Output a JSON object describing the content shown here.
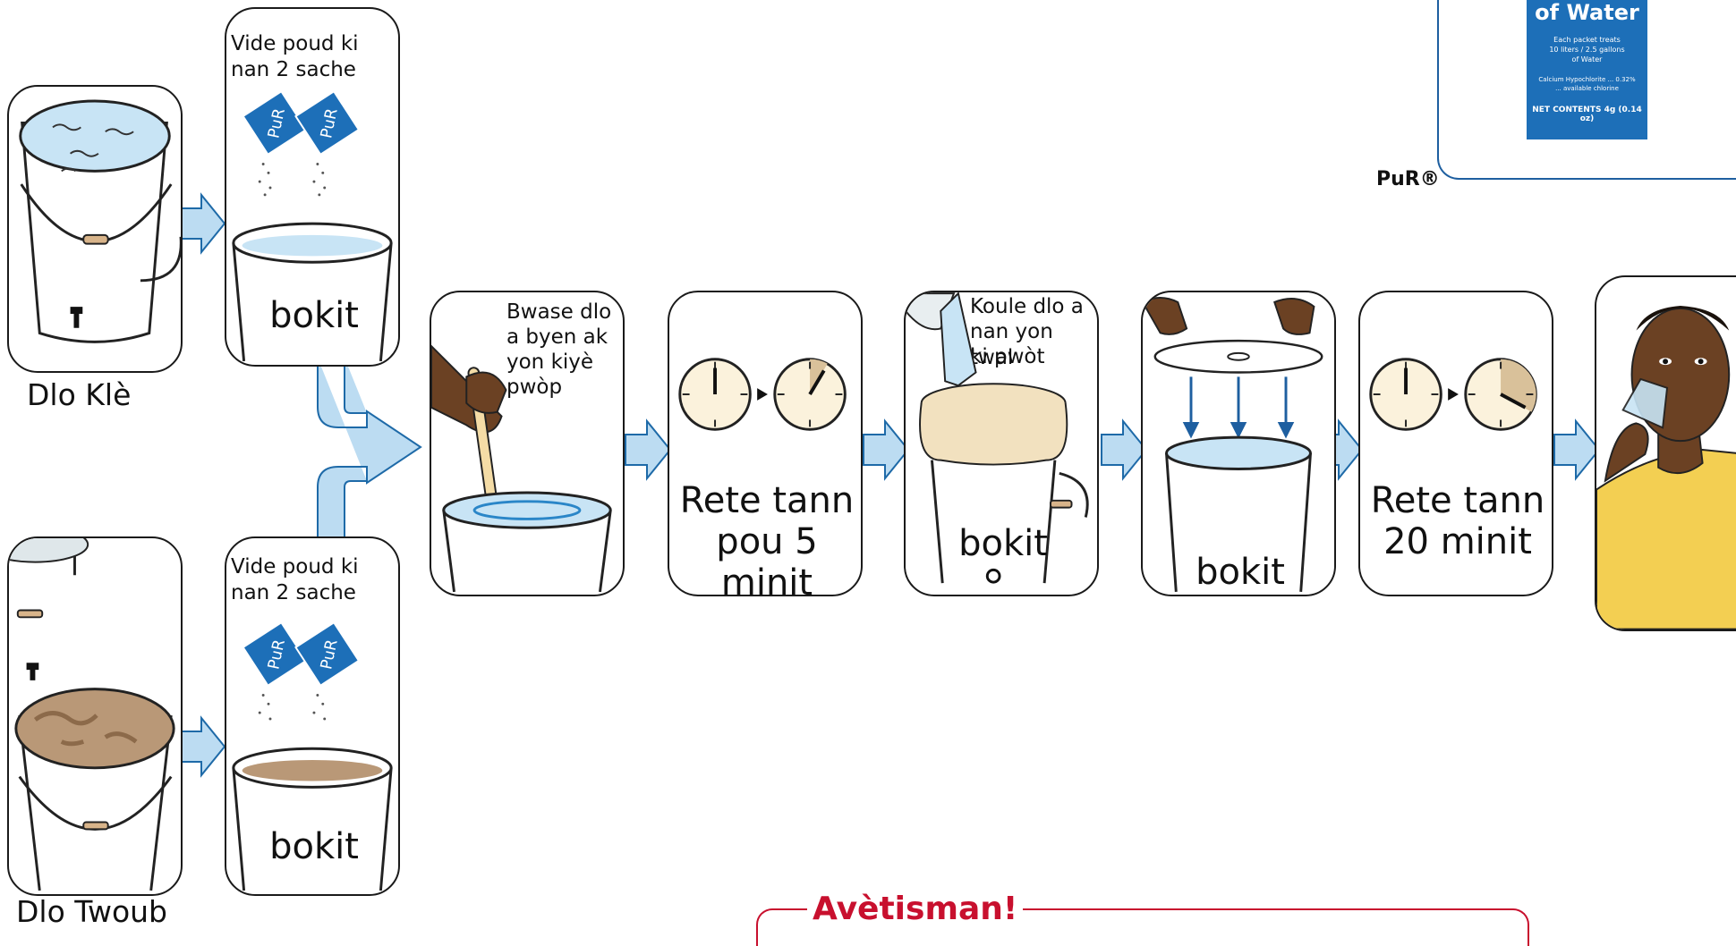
{
  "pur_box": {
    "brand_label": "PuR®",
    "packet_title": "of Water",
    "packet_line1": "Each packet treats",
    "packet_line2": "10 liters / 2.5 gallons",
    "packet_line3": "of Water",
    "packet_line4": "Calcium Hypochlorite ... 0.32%",
    "packet_line5": "... available chlorine",
    "packet_net": "NET CONTENTS 4g (0.14 oz)"
  },
  "top_row": {
    "caption": "Dlo Klè",
    "powder_text_1": "Vide poud ki",
    "powder_text_2": "nan 2 sache",
    "bucket_label": "bokit",
    "sachet_label": "PuR"
  },
  "bottom_row": {
    "caption": "Dlo Twoub",
    "powder_text_1": "Vide poud ki",
    "powder_text_2": "nan 2 sache",
    "bucket_label": "bokit",
    "sachet_label": "PuR"
  },
  "steps": {
    "stir_1": "Bwase dlo",
    "stir_2": "a byen  ak",
    "stir_3": "yon kiyè",
    "stir_4": "pwòp",
    "wait5_1": "Rete tann",
    "wait5_2": "pou 5 minit",
    "filter_1": "Koule dlo a",
    "filter_2": "nan yon twal",
    "filter_3": "ki pwòt",
    "filter_bucket": "bokit",
    "cover_bucket": "bokit",
    "wait20_1": "Rete tann",
    "wait20_2": "20 minit"
  },
  "warning": {
    "title": "Avètisman!"
  },
  "colors": {
    "arrow_fill": "#bcdcf2",
    "arrow_stroke": "#1e6aa8",
    "packet_blue": "#1d6fb8",
    "warning_red": "#c8102e",
    "clean_water": "#c8e4f5",
    "dirty_water": "#b99877",
    "skin": "#6b4123",
    "shirt": "#f3cf52"
  }
}
